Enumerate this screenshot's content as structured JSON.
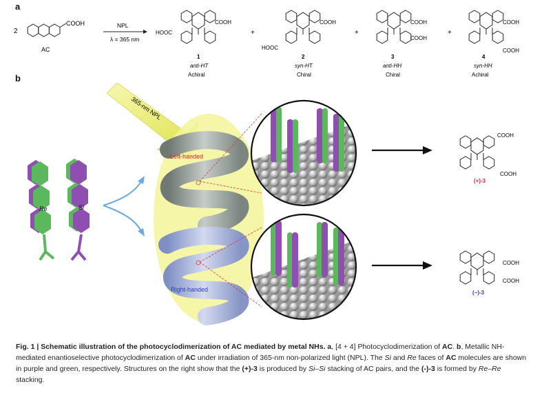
{
  "panel_a": {
    "label": "a",
    "reactant": {
      "coef": "2",
      "group": "COOH",
      "name": "AC"
    },
    "arrow": {
      "top": "NPL",
      "bottom": "λ = 365 nm"
    },
    "plus": "+",
    "products": [
      {
        "number": "1",
        "isomer": "anti-HT",
        "chirality": "Achiral",
        "group_a": "COOH",
        "group_b": "HOOC"
      },
      {
        "number": "2",
        "isomer": "syn-HT",
        "chirality": "Chiral",
        "group_a": "COOH",
        "group_b": "HOOC"
      },
      {
        "number": "3",
        "isomer": "anti-HH",
        "chirality": "Chiral",
        "group_a": "COOH",
        "group_b": "COOH"
      },
      {
        "number": "4",
        "isomer": "syn-HH",
        "chirality": "Achiral",
        "group_a": "COOH",
        "group_b": "COOH"
      }
    ]
  },
  "panel_b": {
    "label": "b",
    "beam_label": "365-nm NPL",
    "left_helix": "Left-handed",
    "right_helix": "Right-handed",
    "face_re": "Re",
    "face_si": "Si",
    "top_product": {
      "label": "(+)-3",
      "group_a": "COOH",
      "group_b": "COOH"
    },
    "bottom_product": {
      "label": "(−)-3",
      "group_a": "COOH",
      "group_b": "COOH"
    },
    "colors": {
      "re_face": "#5cb85c",
      "si_face": "#8e4fb0",
      "beam": "#eef06a",
      "plus_label": "#e02020",
      "minus_label": "#2a3fc0",
      "blue_arrow": "#6aa8e0"
    }
  },
  "caption": {
    "prefix": "Fig. 1 | ",
    "title": "Schematic illustration of the photocyclodimerization of AC mediated by metal NHs.",
    "a_bold": " a",
    "a_text": ", [4 + 4] Photocyclodimerization of ",
    "a_ac": "AC",
    "a_dot": ".",
    "b_bold": " b",
    "b_text1": ", Metallic NH-mediated enantioselective photocyclodimerization of ",
    "b_ac": "AC",
    "b_text2": " under irradiation of 365-nm non-polarized light (NPL). The ",
    "si": "Si",
    "and": " and ",
    "re": "Re",
    "b_text3": " faces of ",
    "b_ac2": "AC",
    "b_text4": " molecules are shown in purple and green, respectively. Structures on the right show that the ",
    "plus3": "(+)-3",
    "b_text5": " is produced by ",
    "sisi": "Si–Si",
    "b_text6": " stacking of AC pairs, and the ",
    "minus3": "(-)-3",
    "b_text7": " is formed by ",
    "rere": "Re–Re",
    "b_text8": " stacking."
  }
}
